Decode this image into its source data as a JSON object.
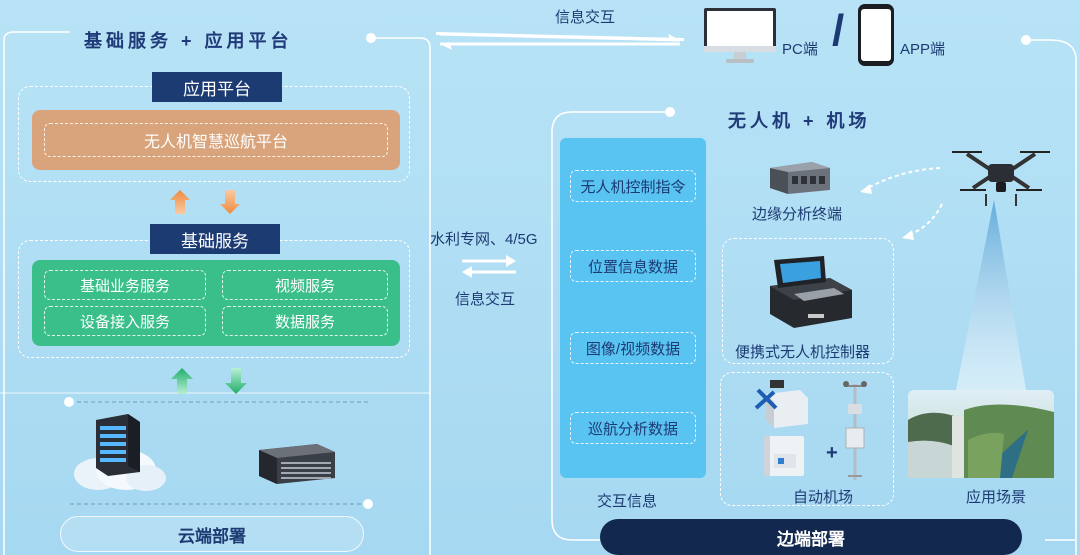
{
  "top_link": {
    "label": "信息交互"
  },
  "client": {
    "pc_label": "PC端",
    "separator": "/",
    "app_label": "APP端"
  },
  "cloud": {
    "title": "基础服务 + 应用平台",
    "app_platform_tab": "应用平台",
    "platform_name": "无人机智慧巡航平台",
    "basic_service_tab": "基础服务",
    "services": [
      "基础业务服务",
      "视频服务",
      "设备接入服务",
      "数据服务"
    ],
    "footer_label": "云端部署"
  },
  "middle_link": {
    "network": "水利专网、4/5G",
    "exchange": "信息交互"
  },
  "edge": {
    "title": "无人机 + 机场",
    "data_items": [
      "无人机控制指令",
      "位置信息数据",
      "图像/视频数据",
      "巡航分析数据"
    ],
    "data_caption": "交互信息",
    "edge_terminal": "边缘分析终端",
    "portable_controller": "便携式无人机控制器",
    "plus": "+",
    "auto_airport": "自动机场",
    "scene": "应用场景",
    "footer_label": "边端部署"
  },
  "colors": {
    "navy": "#1d3b73",
    "orange_box": "#d9a47b",
    "green_box": "#3bbf8a",
    "blue_column": "#59c3f2",
    "background": "#a9dcf3"
  },
  "icons": [
    "monitor-icon",
    "phone-icon",
    "server-cloud-icon",
    "server-rack-icon",
    "drone-icon",
    "edge-terminal-icon",
    "controller-case-icon",
    "weather-station-icon",
    "airport-box-icon",
    "scene-photo-icon",
    "arrow-up-icon",
    "arrow-down-icon",
    "swap-arrows-icon"
  ]
}
